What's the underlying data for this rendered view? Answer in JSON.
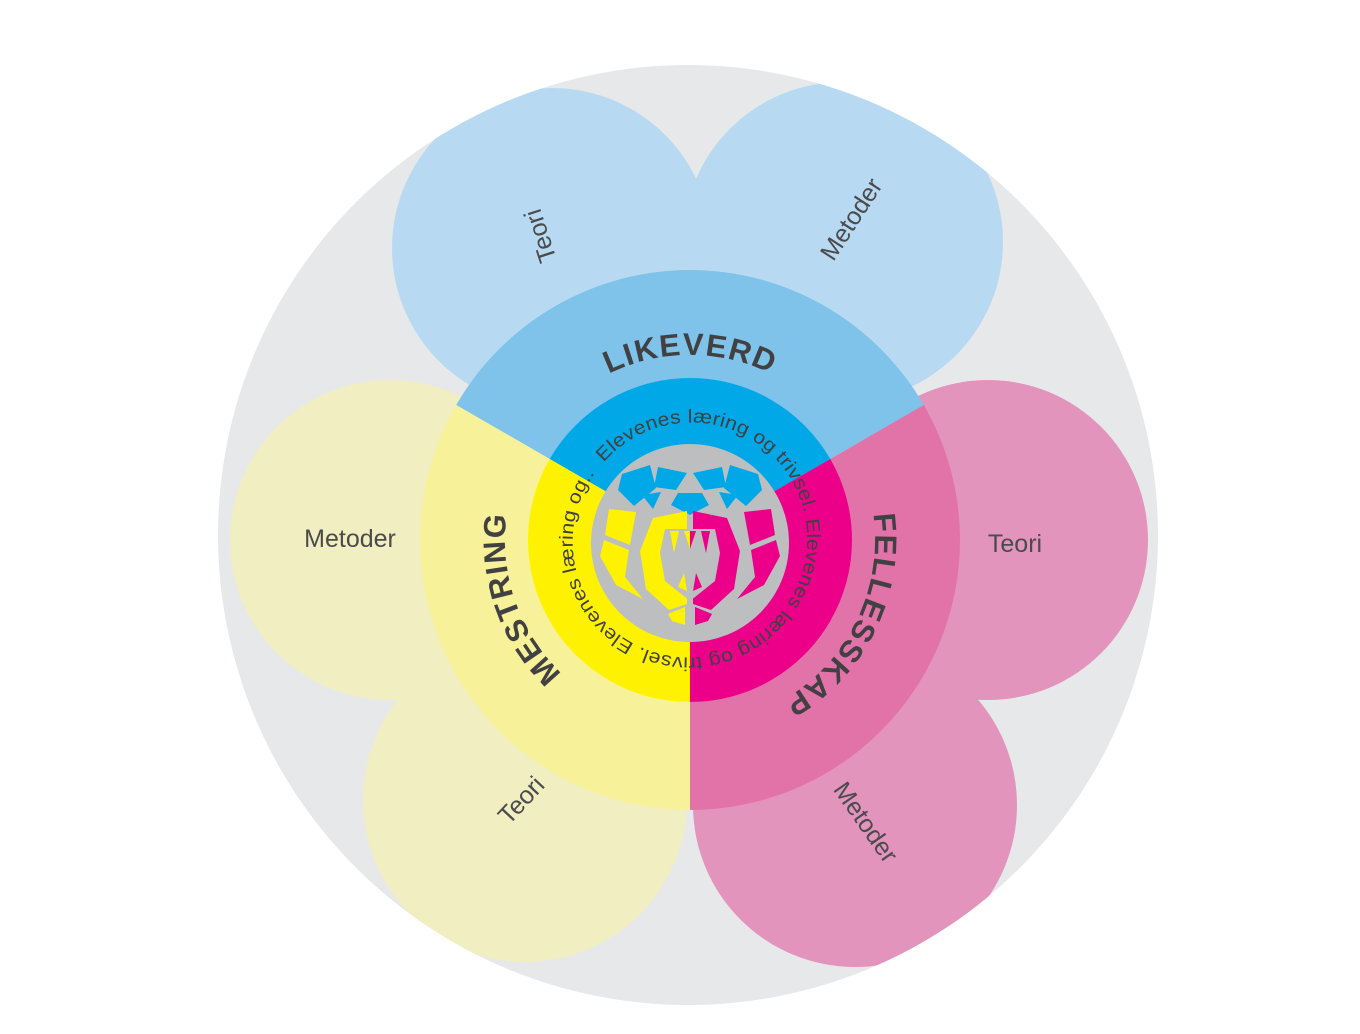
{
  "diagram": {
    "type": "flower-venn-model",
    "center": {
      "logo": "bear-icon",
      "ring_text": "Elevenes læring og trivsel. Elevenes læring og trivsel. Elevenes læring og.."
    },
    "sections": [
      {
        "id": "likeverd",
        "title": "LIKEVERD",
        "theme": "blue",
        "position": "top",
        "petal_labels": [
          "Teori",
          "Metoder"
        ]
      },
      {
        "id": "mestring",
        "title": "MESTRING",
        "theme": "yellow",
        "position": "bottom-left",
        "petal_labels": [
          "Metoder",
          "Teori"
        ]
      },
      {
        "id": "fellesskap",
        "title": "FELLESSKAP",
        "theme": "pink",
        "position": "bottom-right",
        "petal_labels": [
          "Teori",
          "Metoder"
        ]
      }
    ],
    "petals": {
      "top_left": {
        "label": "Teori",
        "section": "likeverd"
      },
      "top_right": {
        "label": "Metoder",
        "section": "likeverd"
      },
      "left": {
        "label": "Metoder",
        "section": "mestring"
      },
      "bottom_left": {
        "label": "Teori",
        "section": "mestring"
      },
      "right": {
        "label": "Teori",
        "section": "fellesskap"
      },
      "bottom_right": {
        "label": "Metoder",
        "section": "fellesskap"
      }
    }
  },
  "colors": {
    "background": "#ffffff",
    "outer_gray": "#E7E8E9",
    "center_gray": "#BCBEC0",
    "blue_pale": "#B7DAF2",
    "blue_medium": "#7FC2EA",
    "cyan": "#00A8E8",
    "yellow_pale": "#F1EEC1",
    "yellow_medium": "#F7F199",
    "yellow": "#FFF200",
    "pink_pale": "#E394BC",
    "pink_medium": "#E273A9",
    "magenta": "#EC0089",
    "text_dark": "#414042",
    "label_gray": "#4B4B4D"
  }
}
